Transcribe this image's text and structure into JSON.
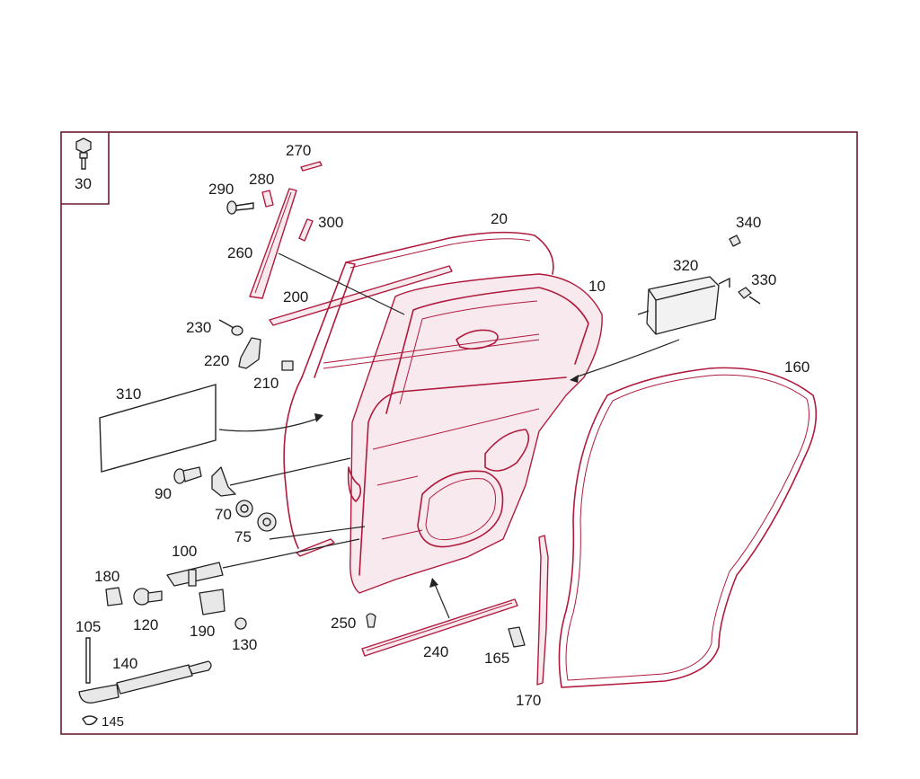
{
  "inset_label": "30",
  "labels": {
    "p10": "10",
    "p20": "20",
    "p30": "30",
    "p70": "70",
    "p75": "75",
    "p90": "90",
    "p100": "100",
    "p105": "105",
    "p120": "120",
    "p130": "130",
    "p140": "140",
    "p145": "145",
    "p160": "160",
    "p165": "165",
    "p170": "170",
    "p180": "180",
    "p190": "190",
    "p200": "200",
    "p210": "210",
    "p220": "220",
    "p230": "230",
    "p240": "240",
    "p250": "250",
    "p260": "260",
    "p270": "270",
    "p280": "280",
    "p290": "290",
    "p300": "300",
    "p310": "310",
    "p320": "320",
    "p330": "330",
    "p340": "340"
  },
  "colors": {
    "part_stroke": "#b01a3c",
    "frame": "#6b1b2b",
    "text": "#1a1a1a"
  }
}
